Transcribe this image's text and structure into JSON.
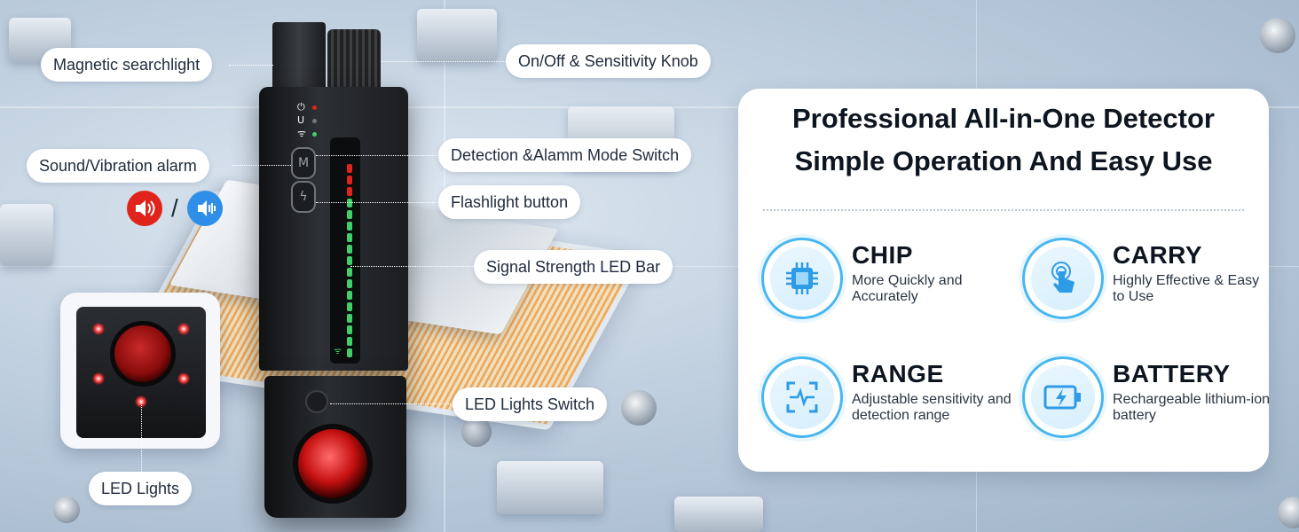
{
  "callouts": {
    "magnetic_searchlight": "Magnetic searchlight",
    "on_off_knob": "On/Off & Sensitivity Knob",
    "mode_switch": "Detection &Alamm Mode Switch",
    "sound_vibration": "Sound/Vibration alarm",
    "flashlight_button": "Flashlight button",
    "signal_bar": "Signal Strength LED Bar",
    "led_lights_switch": "LED Lights Switch",
    "led_lights": "LED Lights",
    "alarm_separator": "/"
  },
  "device": {
    "mode_button_glyph": "M",
    "flash_button_glyph": "ϟ",
    "status_icons": [
      "⏻",
      "U",
      "ᯤ"
    ],
    "led_bar_colors": [
      "#e0241b",
      "#e0241b",
      "#e0241b",
      "#3fd06a"
    ]
  },
  "card": {
    "title_line1": "Professional All-in-One Detector",
    "title_line2": "Simple Operation And Easy Use",
    "features": [
      {
        "title": "CHIP",
        "desc": "More Quickly and Accurately",
        "icon": "chip-icon"
      },
      {
        "title": "CARRY",
        "desc": "Highly Effective & Easy to Use",
        "icon": "touch-hand-icon"
      },
      {
        "title": "RANGE",
        "desc": "Adjustable sensitivity and detection range",
        "icon": "pulse-scan-icon"
      },
      {
        "title": "BATTERY",
        "desc": "Rechargeable lithium-ion battery",
        "icon": "battery-charge-icon"
      }
    ]
  },
  "colors": {
    "accent_blue": "#48b7f0",
    "alarm_red": "#e0241b",
    "vibration_blue": "#2f8fe8",
    "led_green": "#3fd06a"
  }
}
